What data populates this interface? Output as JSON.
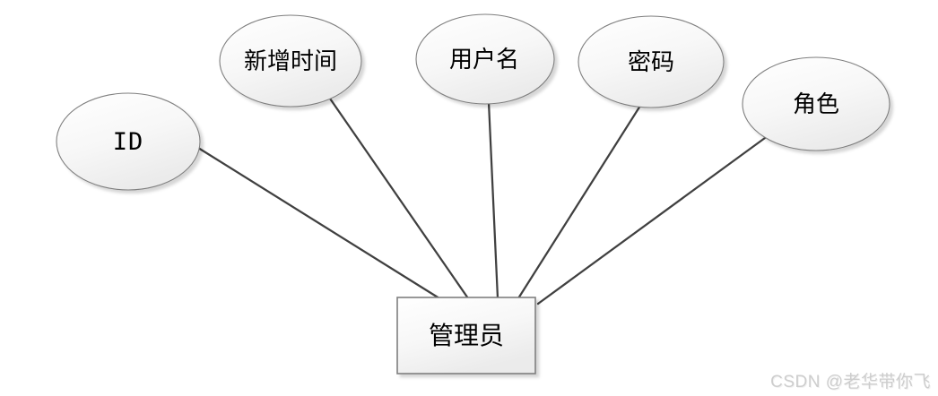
{
  "diagram": {
    "type": "er-diagram",
    "entity": {
      "label": "管理员"
    },
    "attributes": [
      {
        "label": "ID"
      },
      {
        "label": "新增时间"
      },
      {
        "label": "用户名"
      },
      {
        "label": "密码"
      },
      {
        "label": "角色"
      }
    ],
    "edges": [
      {
        "from": "ID",
        "to": "管理员"
      },
      {
        "from": "新增时间",
        "to": "管理员"
      },
      {
        "from": "用户名",
        "to": "管理员"
      },
      {
        "from": "密码",
        "to": "管理员"
      },
      {
        "from": "角色",
        "to": "管理员"
      }
    ]
  },
  "watermark": {
    "text": "CSDN @老华带你飞"
  },
  "colors": {
    "background": "#ffffff",
    "shape_fill_top": "#ffffff",
    "shape_fill_bottom": "#ebebeb",
    "shape_border": "#7f7f7f",
    "connector": "#404040",
    "label": "#000000",
    "watermark_text": "#cdcdcd"
  }
}
